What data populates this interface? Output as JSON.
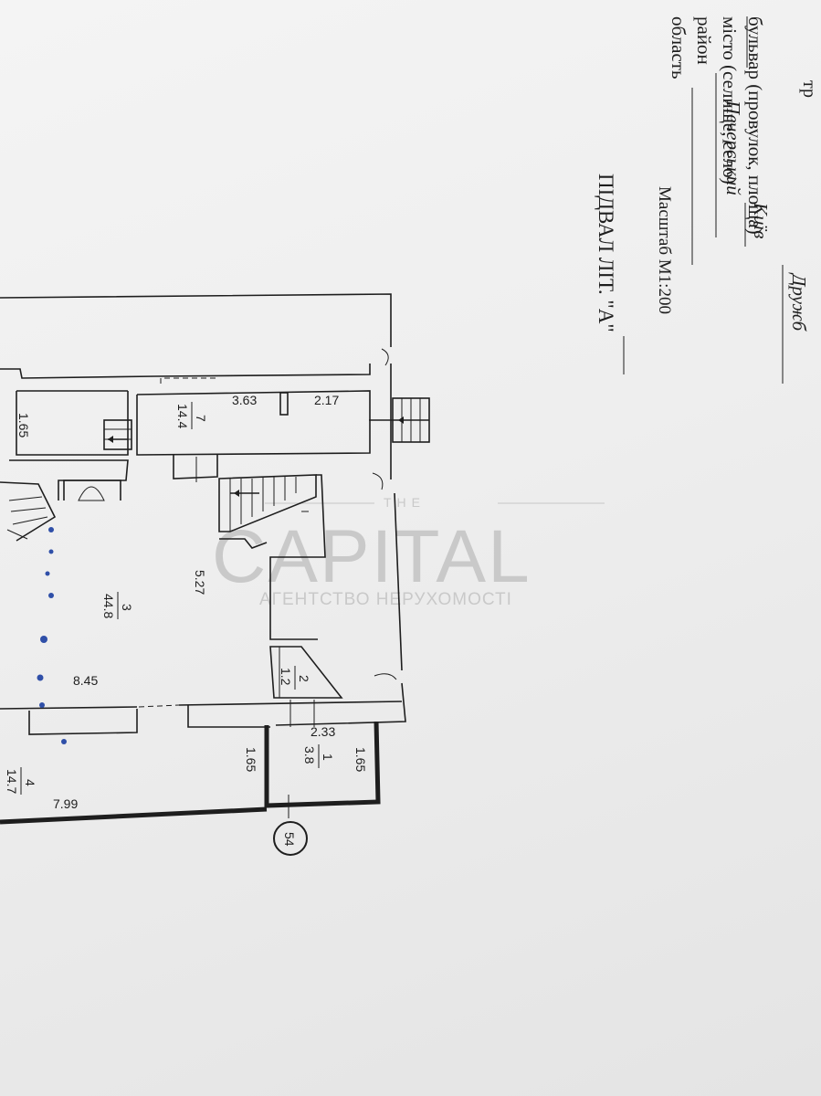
{
  "header": {
    "corner_fragment": "тр",
    "street_line": "бульвар (провулок, площа)",
    "street_value": "Дружб",
    "city_line": "місто (селище, село)",
    "city_value": "Київ",
    "district_line": "район",
    "district_value": "Печерський",
    "region_line": "область",
    "scale": "Масштаб М1:200",
    "plan_title": "ПІДВАЛ ЛІТ. \"А\""
  },
  "watermark": {
    "top": "THE",
    "main": "CAPITAL",
    "sub": "АГЕНТСТВО НЕРУХОМОСТІ"
  },
  "rooms": [
    {
      "number": "7",
      "area": "14.4"
    },
    {
      "number": "3",
      "area": "44.8"
    },
    {
      "number": "2",
      "area": "1.2"
    },
    {
      "number": "1",
      "area": "3.8"
    },
    {
      "number": "4",
      "area": "14.7"
    }
  ],
  "dimensions": {
    "d_3_63": "3.63",
    "d_2_17": "2.17",
    "d_1_65_left": "1.65",
    "d_5_27": "5.27",
    "d_8_45": "8.45",
    "d_2_33": "2.33",
    "d_1_65_right": "1.65",
    "d_1_65_mid": "1.65",
    "d_7_99": "7.99"
  },
  "axis_marker": "54"
}
